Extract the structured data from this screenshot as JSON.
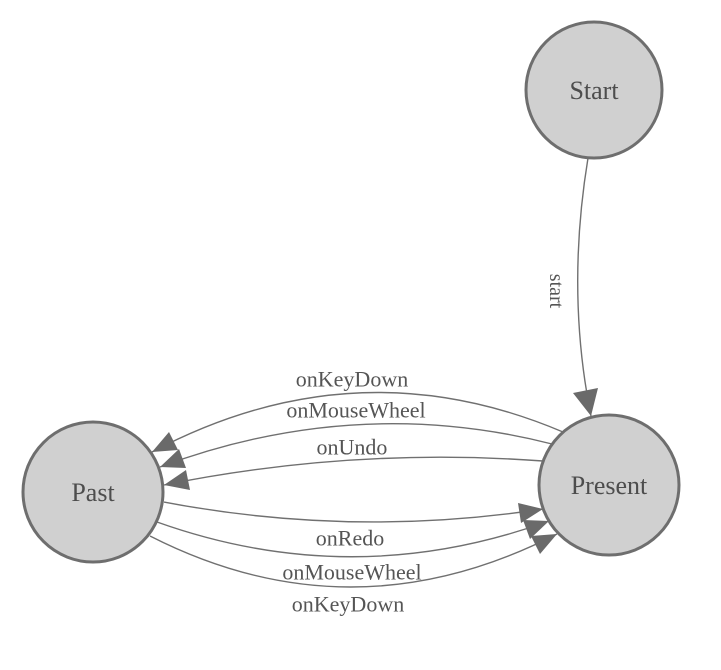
{
  "diagram": {
    "type": "state-machine",
    "background": "#ffffff",
    "colors": {
      "node_fill": "#d0d0d0",
      "node_border": "#6e6e6e",
      "edge_line": "#707070",
      "arrowhead": "#6a6a6a",
      "text": "#4d4d4d"
    },
    "nodes": [
      {
        "id": "start",
        "label": "Start"
      },
      {
        "id": "past",
        "label": "Past"
      },
      {
        "id": "present",
        "label": "Present"
      }
    ],
    "edges": [
      {
        "from": "Start",
        "to": "Present",
        "label": "start"
      },
      {
        "from": "Present",
        "to": "Past",
        "label": "onKeyDown"
      },
      {
        "from": "Present",
        "to": "Past",
        "label": "onMouseWheel"
      },
      {
        "from": "Present",
        "to": "Past",
        "label": "onUndo"
      },
      {
        "from": "Past",
        "to": "Present",
        "label": "onRedo"
      },
      {
        "from": "Past",
        "to": "Present",
        "label": "onMouseWheel"
      },
      {
        "from": "Past",
        "to": "Present",
        "label": "onKeyDown"
      }
    ]
  }
}
